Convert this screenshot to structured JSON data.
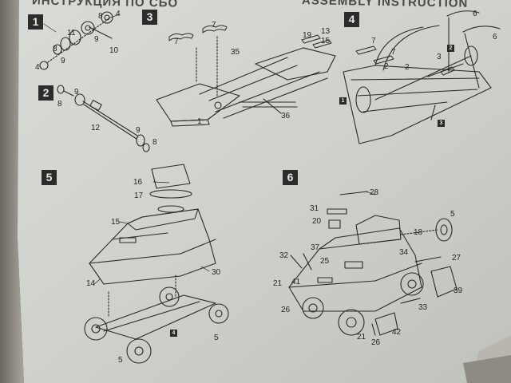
{
  "header": {
    "left": "ИНСТРУКЦИЯ ПО СБО",
    "right": "ASSEMBLY INSTRUCTION"
  },
  "steps": [
    {
      "label": "1",
      "parts": [
        "4",
        "11",
        "8",
        "9",
        "9",
        "8",
        "10",
        "4"
      ]
    },
    {
      "label": "2",
      "parts": [
        "9",
        "8",
        "12",
        "9",
        "8"
      ]
    },
    {
      "label": "3",
      "parts": [
        "7",
        "7",
        "35",
        "19",
        "13",
        "15",
        "1",
        "36"
      ]
    },
    {
      "label": "4",
      "parts": [
        "6",
        "6",
        "2",
        "7",
        "7",
        "3",
        "2"
      ],
      "subassemblies": [
        "1",
        "2",
        "3"
      ]
    },
    {
      "label": "5",
      "parts": [
        "16",
        "17",
        "15",
        "14",
        "30",
        "5",
        "5"
      ],
      "subassemblies": [
        "4"
      ]
    },
    {
      "label": "6",
      "parts": [
        "28",
        "31",
        "20",
        "5",
        "18",
        "37",
        "32",
        "25",
        "34",
        "27",
        "21",
        "41",
        "26",
        "33",
        "39",
        "21",
        "26",
        "42"
      ]
    }
  ],
  "colors": {
    "paper": "#cfd2cc",
    "ink": "#262626",
    "step_box": "#2c2c2c"
  }
}
